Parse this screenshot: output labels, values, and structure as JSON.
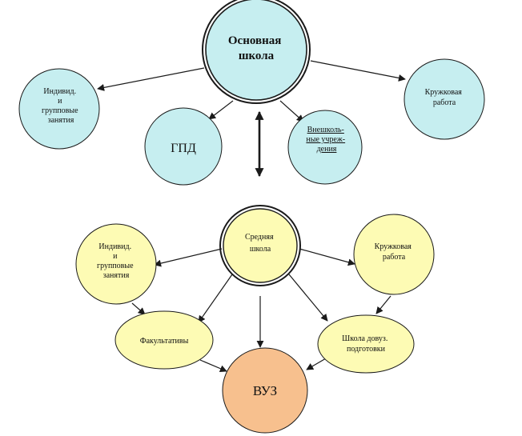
{
  "colors": {
    "blue": "#c6eef0",
    "yellow": "#fdfbb4",
    "orange": "#f7c08e",
    "stroke": "#1a1a1a"
  },
  "nodes": {
    "main_school": [
      "Основная",
      "школа"
    ],
    "individual_top": [
      "Индивид.",
      "и",
      "групповые",
      "занятия"
    ],
    "gpd": [
      "ГПД"
    ],
    "extracurricular": [
      "Внешколь-",
      "ные учреж-",
      "дения"
    ],
    "club_top": [
      "Кружковая",
      "работа"
    ],
    "high_school": [
      "Средняя",
      "школа"
    ],
    "individual_bottom": [
      "Индивид.",
      "и",
      "групповые",
      "занятия"
    ],
    "club_bottom": [
      "Кружковая",
      "работа"
    ],
    "electives": [
      "Факультативы"
    ],
    "prep_school": [
      "Школа довуз.",
      "подготовки"
    ],
    "university": [
      "ВУЗ"
    ]
  }
}
